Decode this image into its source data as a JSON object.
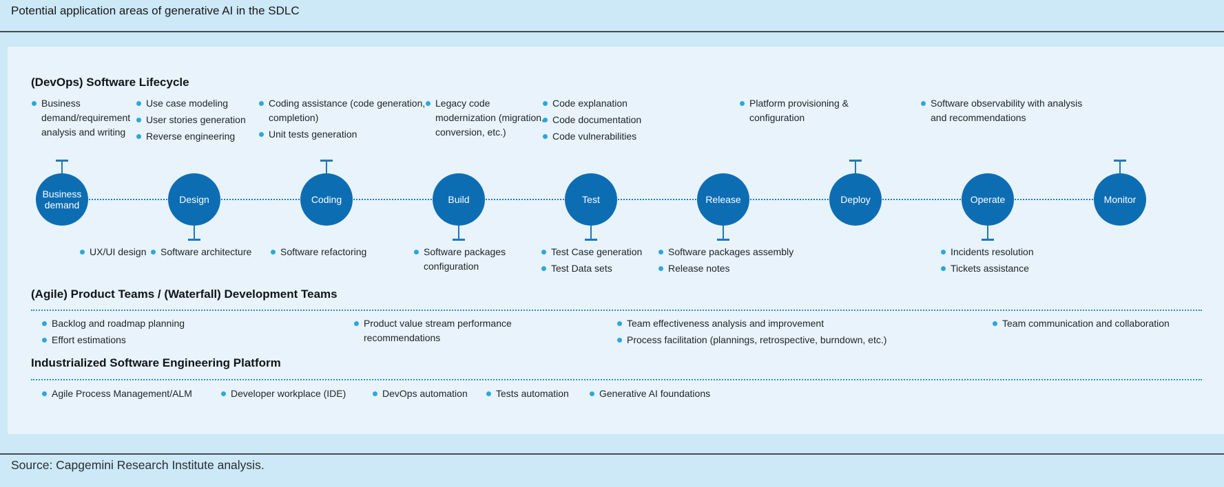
{
  "title": "Potential application areas of generative AI in the SDLC",
  "source": "Source: Capgemini Research Institute analysis.",
  "colors": {
    "background": "#cde8f6",
    "panel": "#e8f3fb",
    "circle_blue": "#0d6db3",
    "bullet_blue": "#2da7da",
    "separator_dark": "#434b53",
    "dotted_line_blue": "#2e8dc8"
  },
  "lifecycle": {
    "header": "(DevOps) Software Lifecycle",
    "stages": [
      {
        "name": "Business demand",
        "connector": "up"
      },
      {
        "name": "Design",
        "connector": "down"
      },
      {
        "name": "Coding",
        "connector": "up"
      },
      {
        "name": "Build",
        "connector": "down"
      },
      {
        "name": "Test",
        "connector": "down"
      },
      {
        "name": "Release",
        "connector": "down"
      },
      {
        "name": "Deploy",
        "connector": "up"
      },
      {
        "name": "Operate",
        "connector": "down"
      },
      {
        "name": "Monitor",
        "connector": "up"
      }
    ],
    "top_groups": [
      {
        "items": [
          "Business demand/requirement analysis and writing"
        ]
      },
      {
        "items": [
          "Use case modeling",
          "User stories generation",
          "Reverse engineering"
        ]
      },
      {
        "items": [
          "Coding assistance (code generation, completion)",
          "Unit tests generation"
        ]
      },
      {
        "items": [
          "Legacy code modernization (migration, conversion, etc.)"
        ]
      },
      {
        "items": [
          "Code explanation",
          "Code documentation",
          "Code vulnerabilities"
        ]
      },
      {
        "items": [
          "Platform provisioning & configuration"
        ]
      },
      {
        "items": [
          "Software observability with analysis and recommendations"
        ]
      }
    ],
    "bottom_groups": [
      {
        "items": [
          "UX/UI design"
        ]
      },
      {
        "items": [
          "Software architecture"
        ]
      },
      {
        "items": [
          "Software refactoring"
        ]
      },
      {
        "items": [
          "Software packages configuration"
        ]
      },
      {
        "items": [
          "Test Case generation",
          "Test Data sets"
        ]
      },
      {
        "items": [
          "Software packages assembly",
          "Release notes"
        ]
      },
      {
        "items": [
          "Incidents resolution",
          "Tickets assistance"
        ]
      }
    ]
  },
  "teams": {
    "header": "(Agile) Product Teams /  (Waterfall) Development Teams",
    "groups": [
      {
        "items": [
          "Backlog and roadmap planning",
          "Effort estimations"
        ]
      },
      {
        "items": [
          "Product value stream performance recommendations"
        ]
      },
      {
        "items": [
          "Team effectiveness analysis and improvement",
          "Process facilitation (plannings, retrospective, burndown, etc.)"
        ]
      },
      {
        "items": [
          "Team communication and collaboration"
        ]
      }
    ]
  },
  "platform": {
    "header": "Industrialized Software Engineering Platform",
    "items": [
      "Agile Process Management/ALM",
      "Developer workplace (IDE)",
      "DevOps automation",
      "Tests automation",
      "Generative AI foundations"
    ]
  }
}
